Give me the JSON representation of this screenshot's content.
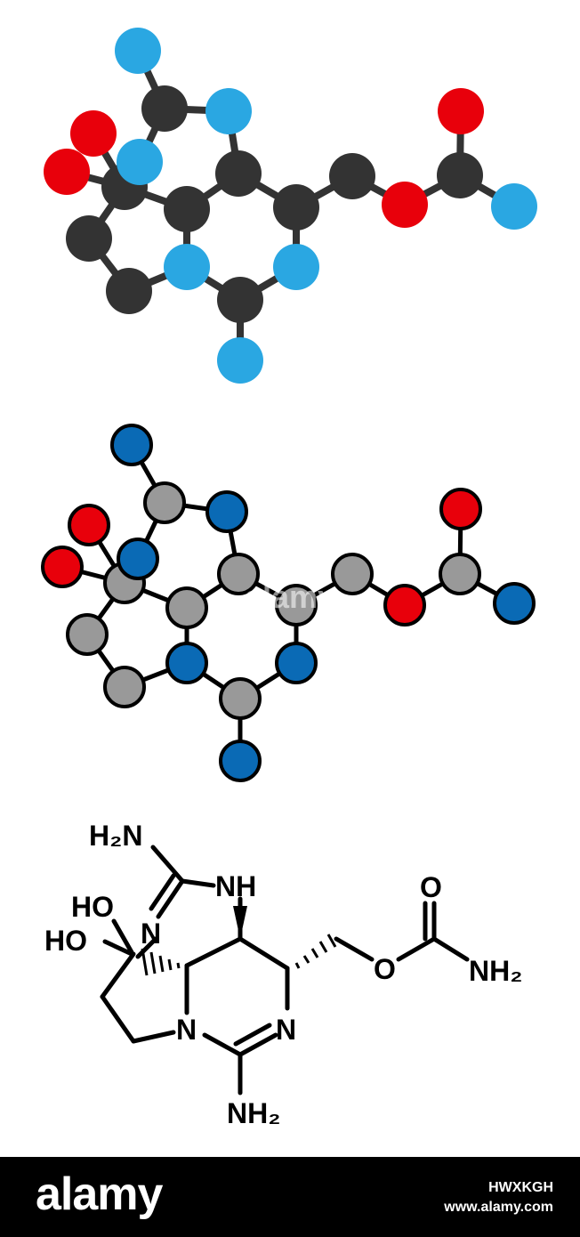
{
  "colors": {
    "carbon_ballstick": "#333333",
    "nitrogen_ballstick": "#2aa7e2",
    "oxygen_ballstick": "#e8000b",
    "carbon_flat": "#999999",
    "nitrogen_flat": "#0a6ab5",
    "oxygen_flat": "#e8000b",
    "footer_bg": "#000000",
    "footer_text": "#ffffff"
  },
  "molecule": {
    "name_hidden": "",
    "labels": {
      "h2n": "H₂N",
      "nh": "NH",
      "ho_upper": "HO",
      "ho_lower": "HO",
      "n_bridge": "N",
      "o_carbonyl": "O",
      "o_ester": "O",
      "nh2_carbamate": "NH₂",
      "n_ring_left": "N",
      "n_ring_right": "N",
      "nh2_bottom": "NH₂"
    }
  },
  "watermark": "alamy",
  "footer": {
    "brand": "alamy",
    "image_id": "HWXKGH",
    "url": "www.alamy.com"
  }
}
